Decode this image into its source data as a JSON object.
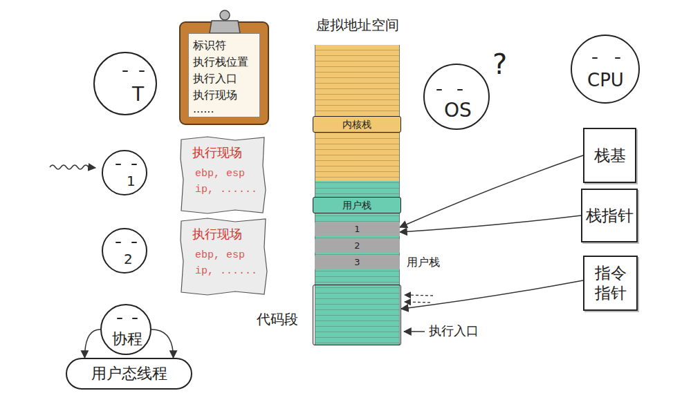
{
  "diagram": {
    "nodes": [
      {
        "text": [
          "T"
        ]
      },
      {
        "text": [
          "标识符",
          "执行栈位置",
          "执行入口",
          "执行现场",
          "......"
        ]
      },
      {
        "text": [
          "1"
        ]
      },
      {
        "text": [
          "执行现场",
          "ebp, esp",
          "ip, ......"
        ]
      },
      {
        "text": [
          "2"
        ]
      },
      {
        "text": [
          "执行现场",
          "ebp, esp",
          "ip, ......"
        ]
      },
      {
        "text": [
          "协程"
        ]
      },
      {
        "text": [
          "用户态线程"
        ]
      },
      {
        "text": [
          "虚拟地址空间"
        ]
      },
      {
        "text": [
          "内核栈"
        ],
        "in": 8
      },
      {
        "text": [
          "用户栈"
        ],
        "in": 8
      },
      {
        "text": [
          "1"
        ],
        "in": 8
      },
      {
        "text": [
          "2"
        ],
        "in": 8
      },
      {
        "text": [
          "3"
        ],
        "in": 8
      },
      {
        "text": [
          "代码段"
        ],
        "in": 8
      },
      {
        "text": [
          "OS"
        ]
      },
      {
        "text": [
          "CPU"
        ]
      },
      {
        "text": [
          "栈基"
        ]
      },
      {
        "text": [
          "栈指针"
        ]
      },
      {
        "text": [
          "指令指针"
        ]
      }
    ],
    "edges": [
      {
        "from": 17,
        "to": 11,
        "arrow": "to"
      },
      {
        "from": 18,
        "to": 11,
        "arrow": "to"
      },
      {
        "from": 19,
        "to": 14,
        "arrow": "to"
      },
      {
        "from": 6,
        "to": 7,
        "arrow": "to"
      },
      {
        "from": 6,
        "to": 7,
        "arrow": "to"
      }
    ],
    "labels": [
      "?",
      "用户栈",
      "执行入口"
    ]
  }
}
